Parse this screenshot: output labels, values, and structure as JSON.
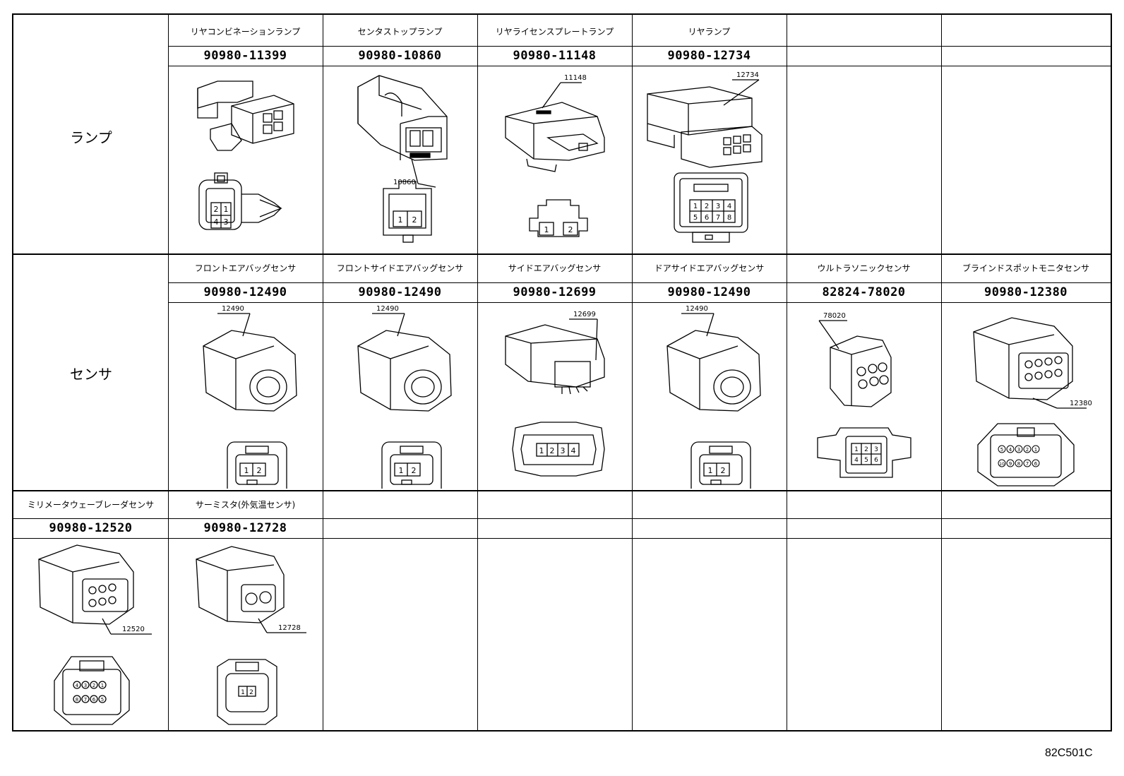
{
  "categories": {
    "lamp": "ランプ",
    "sensor": "センサ"
  },
  "row1": [
    {
      "name": "リヤコンビネーションランプ",
      "part": "90980-11399",
      "pins_top": [
        "2",
        "1"
      ],
      "pins_bottom": [
        "4",
        "3"
      ]
    },
    {
      "name": "センタストップランプ",
      "part": "90980-10860",
      "callout": "10860",
      "pins": [
        "1",
        "2"
      ]
    },
    {
      "name": "リヤライセンスプレートランプ",
      "part": "90980-11148",
      "callout": "11148",
      "pins": [
        "1",
        "2"
      ]
    },
    {
      "name": "リヤランプ",
      "part": "90980-12734",
      "callout": "12734",
      "pins_top": [
        "1",
        "2",
        "3",
        "4"
      ],
      "pins_bottom": [
        "5",
        "6",
        "7",
        "8"
      ]
    },
    {
      "name": "",
      "part": ""
    },
    {
      "name": "",
      "part": ""
    }
  ],
  "row2": [
    {
      "name": "フロントエアバッグセンサ",
      "part": "90980-12490",
      "callout": "12490",
      "pins": [
        "1",
        "2"
      ]
    },
    {
      "name": "フロントサイドエアバッグセンサ",
      "part": "90980-12490",
      "callout": "12490",
      "pins": [
        "1",
        "2"
      ]
    },
    {
      "name": "サイドエアバッグセンサ",
      "part": "90980-12699",
      "callout": "12699",
      "pins": [
        "1",
        "2",
        "3",
        "4"
      ]
    },
    {
      "name": "ドアサイドエアバッグセンサ",
      "part": "90980-12490",
      "callout": "12490",
      "pins": [
        "1",
        "2"
      ]
    },
    {
      "name": "ウルトラソニックセンサ",
      "part": "82824-78020",
      "callout": "78020",
      "pins_top": [
        "1",
        "2",
        "3"
      ],
      "pins_bottom": [
        "4",
        "5",
        "6"
      ]
    },
    {
      "name": "ブラインドスポットモニタセンサ",
      "part": "90980-12380",
      "callout": "12380",
      "pins_top": [
        "5",
        "4",
        "3",
        "2",
        "1"
      ],
      "pins_bottom": [
        "10",
        "9",
        "8",
        "7",
        "6"
      ]
    }
  ],
  "row3": [
    {
      "name": "ミリメータウェーブレーダセンサ",
      "part": "90980-12520",
      "callout": "12520",
      "pins_top": [
        "4",
        "3",
        "2",
        "1"
      ],
      "pins_bottom": [
        "8",
        "7",
        "6",
        "5"
      ]
    },
    {
      "name": "サーミスタ(外気温センサ)",
      "part": "90980-12728",
      "callout": "12728",
      "pins": [
        "1",
        "2"
      ]
    },
    {
      "name": "",
      "part": ""
    },
    {
      "name": "",
      "part": ""
    },
    {
      "name": "",
      "part": ""
    },
    {
      "name": "",
      "part": ""
    }
  ],
  "diagram_code": "82C501C"
}
